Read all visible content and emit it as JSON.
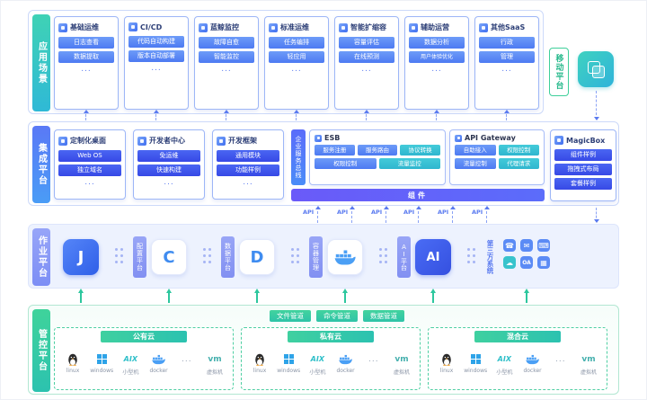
{
  "colors": {
    "teal_accent": "#35c8c0",
    "blue_accent": "#4d7af2",
    "indigo_accent": "#3a50e8",
    "purple_accent": "#6a5af9",
    "green_accent": "#3ecf9a",
    "light_purple_accent": "#8a97f3"
  },
  "app": {
    "label": "应用场景",
    "cards": [
      {
        "title": "基础运维",
        "items": [
          "日志查看",
          "数据提取"
        ],
        "more": "..."
      },
      {
        "title": "CI/CD",
        "items": [
          "代码自动构建",
          "版本自动部署"
        ],
        "more": "..."
      },
      {
        "title": "蓝鲸监控",
        "items": [
          "故障自愈",
          "智能监控"
        ],
        "more": "..."
      },
      {
        "title": "标准运维",
        "items": [
          "任务编排",
          "轻应用"
        ],
        "more": "..."
      },
      {
        "title": "智能扩缩容",
        "items": [
          "容量评估",
          "在线预测"
        ],
        "more": "..."
      },
      {
        "title": "辅助运营",
        "items": [
          "数据分析",
          "用户体验优化"
        ],
        "more": "..."
      },
      {
        "title": "其他SaaS",
        "items": [
          "行政",
          "管理"
        ],
        "more": "..."
      }
    ]
  },
  "mobile": {
    "label": "移动平台"
  },
  "integration": {
    "label": "集成平台",
    "cards": [
      {
        "title": "定制化桌面",
        "items": [
          "Web OS",
          "独立域名"
        ],
        "more": "..."
      },
      {
        "title": "开发者中心",
        "items": [
          "免运维",
          "快速构建"
        ],
        "more": "..."
      },
      {
        "title": "开发框架",
        "items": [
          "通用模块",
          "功能样例"
        ],
        "more": "..."
      }
    ],
    "bus_label": "企业服务总线",
    "esb": {
      "title": "ESB",
      "items": [
        "服务注册",
        "服务路由",
        "协议转换",
        "权限控制",
        "流量监控"
      ]
    },
    "gateway": {
      "title": "API Gateway",
      "items": [
        "自助接入",
        "权限控制",
        "流量控制",
        "代理请求"
      ]
    },
    "component_bar": "组件",
    "magicbox": {
      "title": "MagicBox",
      "items": [
        "组件样例",
        "拖拽式布局",
        "套餐样例"
      ]
    }
  },
  "job": {
    "label": "作业平台",
    "api_label": "API",
    "platform_labels": {
      "config": "配置平台",
      "data": "数据平台",
      "container": "容器管理",
      "ai": "AI平台",
      "third_party": "第三方系统"
    },
    "icon_letters": {
      "job": "J",
      "config": "C",
      "data": "D",
      "ai": "AI"
    },
    "third_party_icons": {
      "phone": "☎",
      "mail": "✉",
      "monitor": "⌨",
      "chat": "☁",
      "oa": "OA",
      "apps": "▦"
    }
  },
  "control": {
    "label": "管控平台",
    "pipes": [
      "文件管道",
      "命令管道",
      "数据管道"
    ],
    "clouds": [
      "公有云",
      "私有云",
      "混合云"
    ],
    "os": [
      {
        "label": "linux"
      },
      {
        "label": "windows"
      },
      {
        "text": "AIX",
        "label": "小型机"
      },
      {
        "label": "docker"
      },
      {
        "text": "...",
        "label": ""
      },
      {
        "text": "vm",
        "label": "虚拟机"
      }
    ]
  }
}
